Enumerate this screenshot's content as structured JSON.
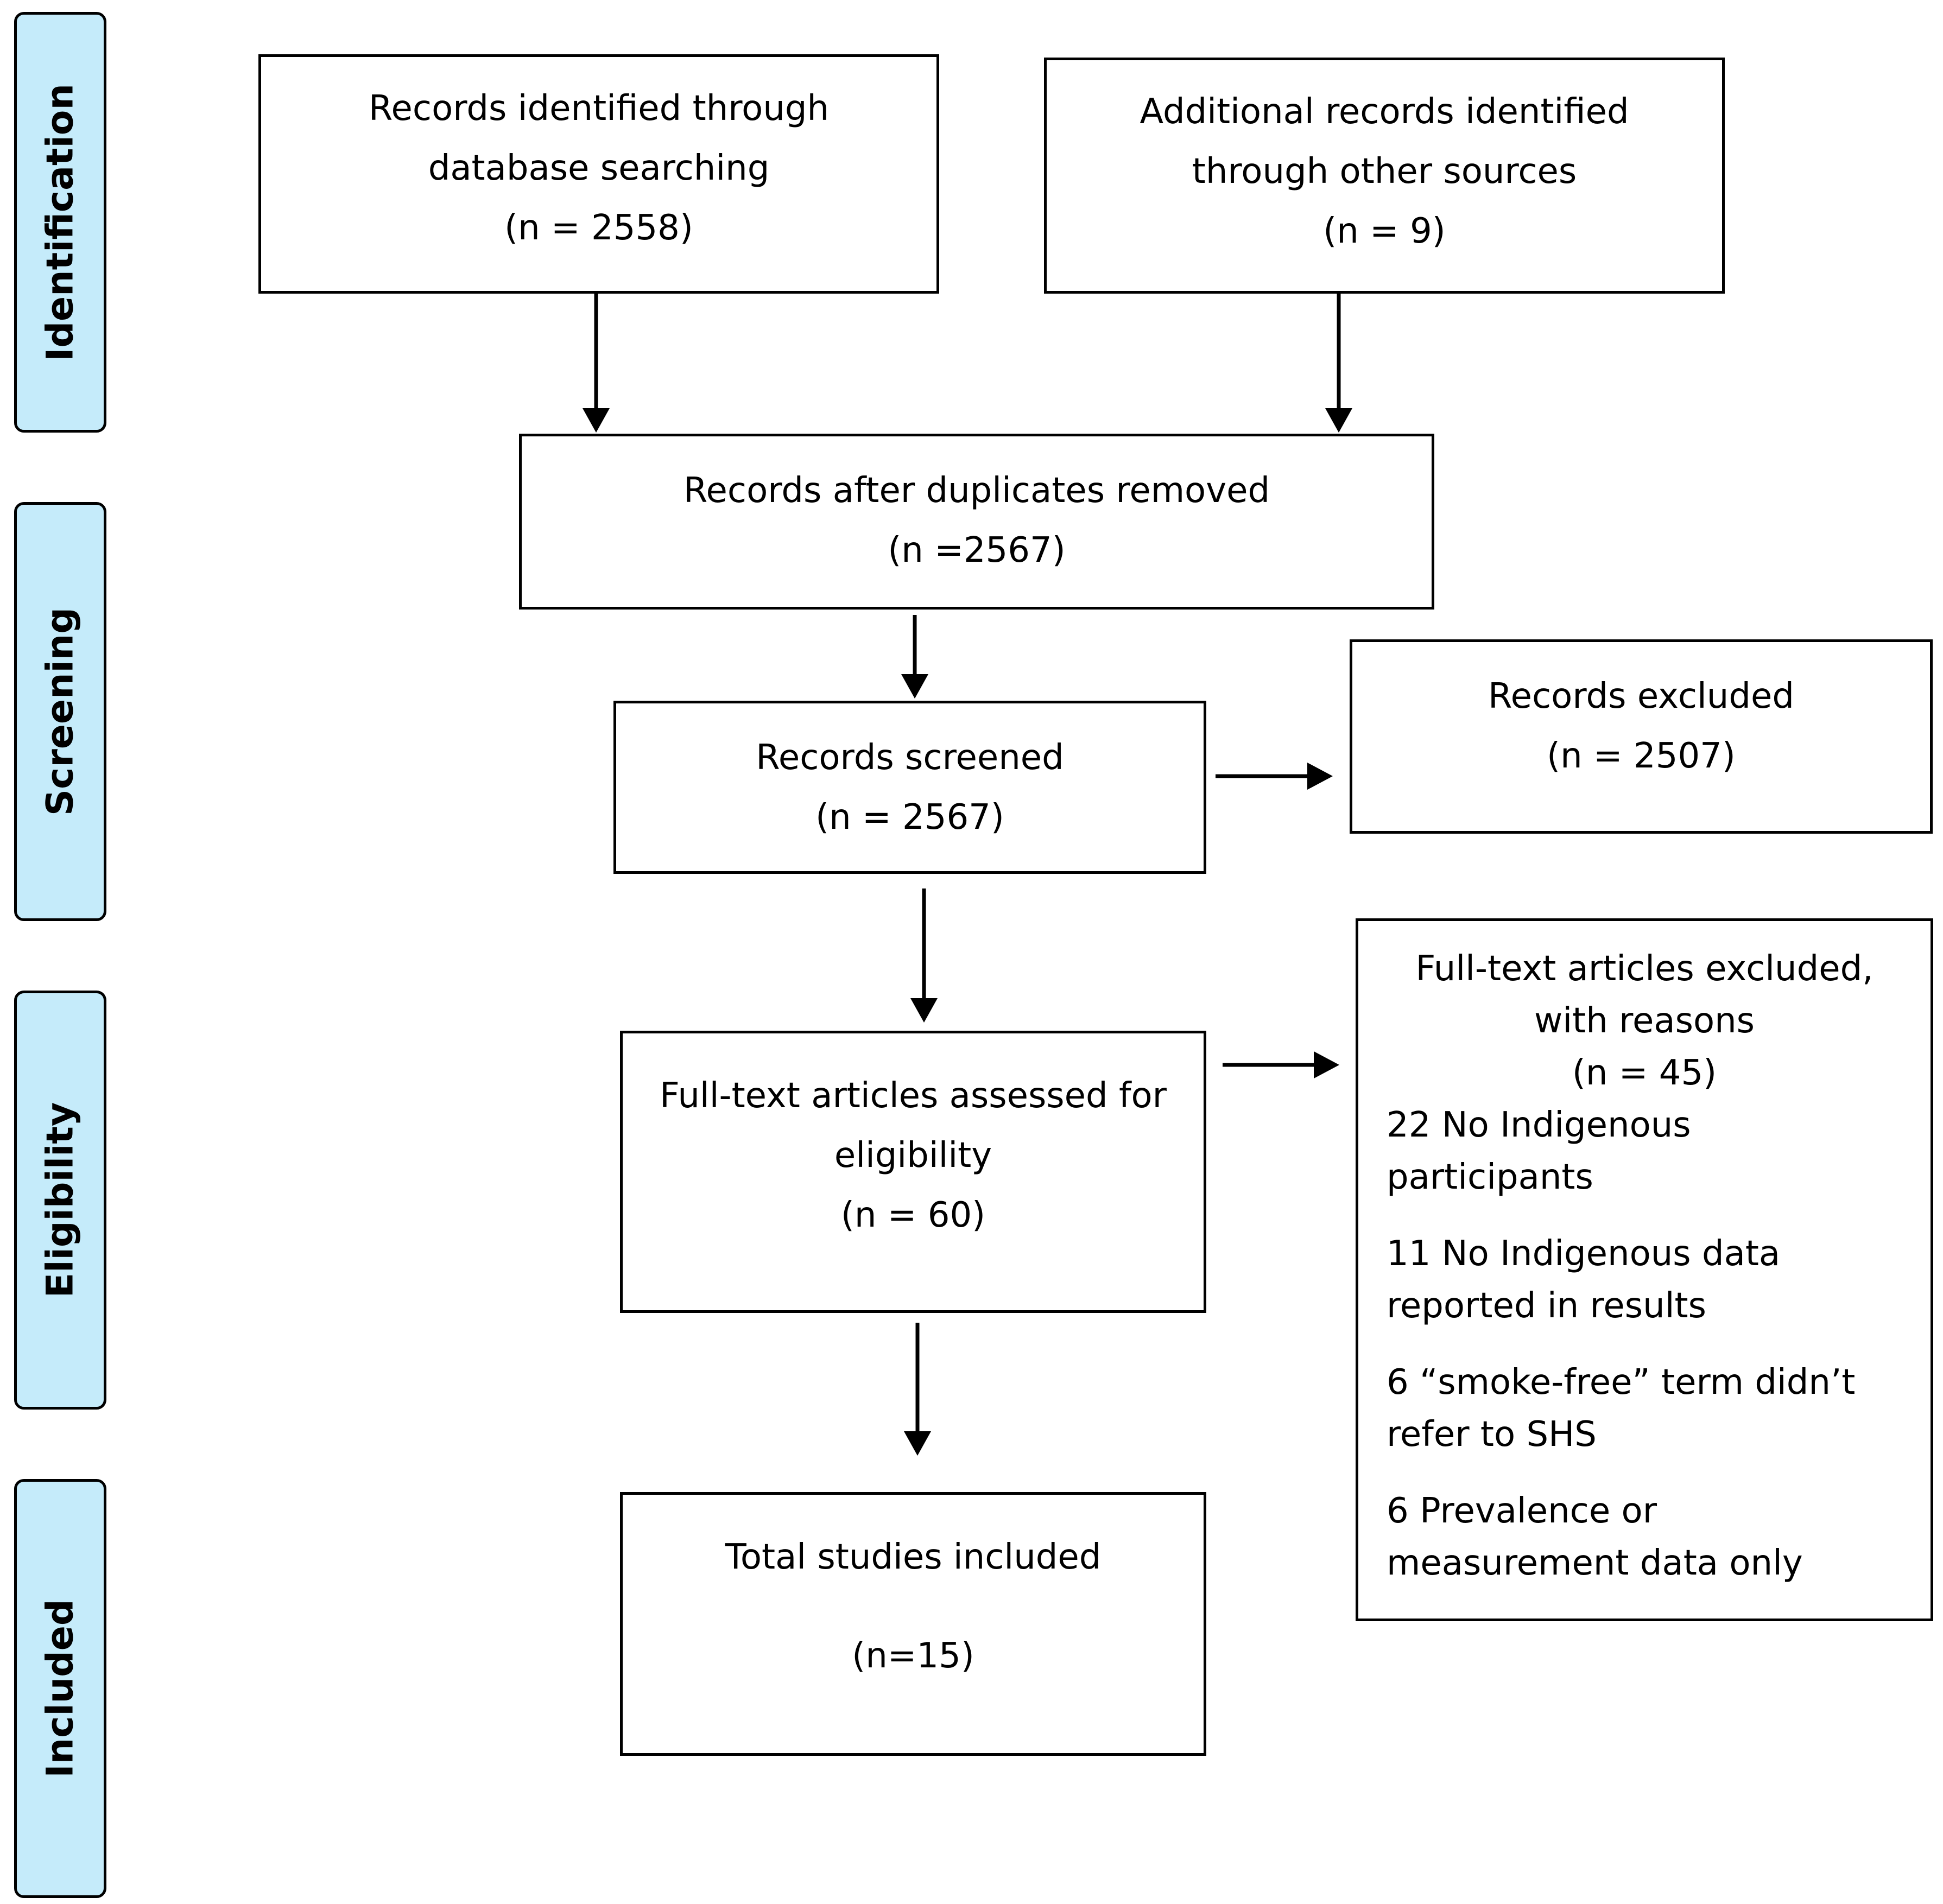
{
  "stages": [
    {
      "id": "identification",
      "label": "Identification"
    },
    {
      "id": "screening",
      "label": "Screening"
    },
    {
      "id": "eligibility",
      "label": "Eligibility"
    },
    {
      "id": "included",
      "label": "Included"
    }
  ],
  "boxes": {
    "database_search": {
      "line1": "Records identified through",
      "line2": "database searching",
      "count": "(n = 2558)"
    },
    "other_sources": {
      "line1": "Additional records identified",
      "line2": "through other sources",
      "count": "(n = 9)"
    },
    "duplicates_removed": {
      "line1": "Records after duplicates removed",
      "count": "(n =2567)"
    },
    "screened": {
      "line1": "Records screened",
      "count": "(n = 2567)"
    },
    "excluded": {
      "line1": "Records excluded",
      "count": "(n = 2507)"
    },
    "fulltext_assessed": {
      "line1": "Full-text articles assessed for",
      "line2": "eligibility",
      "count": "(n = 60)"
    },
    "fulltext_excluded": {
      "line1": "Full-text articles excluded,",
      "line2": "with reasons",
      "count": "(n = 45)",
      "reasons": [
        {
          "line1": "22 No Indigenous",
          "line2": "participants"
        },
        {
          "line1": "11 No Indigenous data",
          "line2": "reported in results"
        },
        {
          "line1": "6 “smoke-free” term didn’t",
          "line2": "refer to SHS"
        },
        {
          "line1": "6 Prevalence or",
          "line2": "measurement data only"
        }
      ]
    },
    "included": {
      "line1": "Total studies included",
      "count": "(n=15)"
    }
  }
}
